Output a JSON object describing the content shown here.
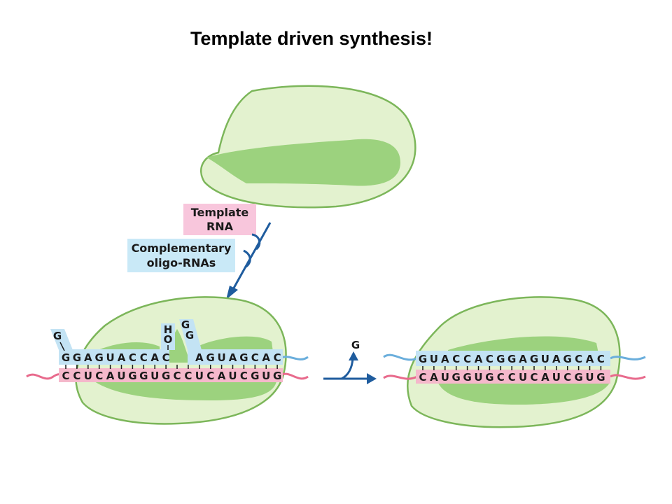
{
  "title": "Template driven synthesis!",
  "labels": {
    "template_line1": "Template",
    "template_line2": "RNA",
    "oligo_line1": "Complementary",
    "oligo_line2": "oligo-RNAs",
    "released_base": "G"
  },
  "left_complex": {
    "oligo_top_left": [
      "G",
      "G",
      "A",
      "G",
      "U",
      "A",
      "C",
      "C",
      "A",
      "C"
    ],
    "loop1_bases": [
      "G"
    ],
    "hydroxyl": [
      "H",
      "O"
    ],
    "loop2_bases": [
      "G",
      "G"
    ],
    "oligo_top_right": [
      "A",
      "G",
      "U",
      "A",
      "G",
      "C",
      "A",
      "C"
    ],
    "template_bottom": [
      "C",
      "C",
      "U",
      "C",
      "A",
      "U",
      "G",
      "G",
      "U",
      "G",
      "C",
      "C",
      "U",
      "C",
      "A",
      "U",
      "C",
      "G",
      "U",
      "G"
    ]
  },
  "right_complex": {
    "oligo_top": [
      "G",
      "U",
      "A",
      "C",
      "C",
      "A",
      "C",
      "G",
      "G",
      "A",
      "G",
      "U",
      "A",
      "G",
      "C",
      "A",
      "C"
    ],
    "template_bottom": [
      "C",
      "A",
      "U",
      "G",
      "G",
      "U",
      "G",
      "C",
      "C",
      "U",
      "C",
      "A",
      "U",
      "C",
      "G",
      "U",
      "G"
    ]
  },
  "colors": {
    "body_fill": "#e3f2cf",
    "body_stroke": "#7cb65a",
    "channel_fill": "#9cd27e",
    "template_rna": "#f5b8cb",
    "template_line": "#e86a8c",
    "oligo_rna": "#c3e3f4",
    "oligo_line": "#6aaedc",
    "arrow": "#1f5c9e",
    "label_pink": "#f8c6dc",
    "label_blue": "#c9e9f7"
  }
}
